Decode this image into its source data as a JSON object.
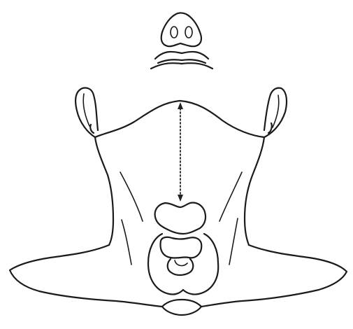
{
  "figure": {
    "kind": "anatomical line drawing",
    "colors": {
      "background": "#ffffff",
      "ink": "#1b1b1b",
      "measurement_line": "#222222"
    },
    "elements": [
      "nose-outline",
      "mouth-lips",
      "chin-outline",
      "ear-left",
      "ear-right",
      "neck-outline",
      "sternocleidomastoid-left",
      "sternocleidomastoid-right",
      "thyroid-cartilage",
      "thyroid-gland",
      "suprasternal-notch",
      "shoulders-outline",
      "chin-to-cartilage-measurement"
    ]
  }
}
